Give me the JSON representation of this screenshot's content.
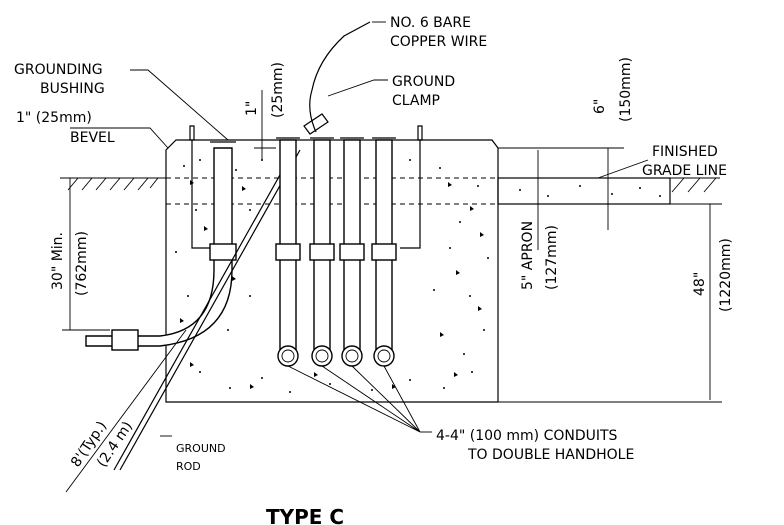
{
  "labels": {
    "copper_wire_1": "NO. 6 BARE",
    "copper_wire_2": "COPPER WIRE",
    "grounding_bushing_1": "GROUNDING",
    "grounding_bushing_2": "BUSHING",
    "ground_clamp_1": "GROUND",
    "ground_clamp_2": "CLAMP",
    "bevel_1": "1\" (25mm)",
    "bevel_2": "BEVEL",
    "finished_grade_1": "FINISHED",
    "finished_grade_2": "GRADE LINE",
    "conduits_1": "4-4\" (100 mm) CONDUITS",
    "conduits_2": "TO DOUBLE HANDHOLE",
    "ground_rod_1": "GROUND",
    "ground_rod_2": "ROD",
    "title": "TYPE C"
  },
  "dimensions": {
    "depth_min_1": "30\" Min.",
    "depth_min_2": "(762mm)",
    "bolt_proj_1": "1\"",
    "bolt_proj_2": "(25mm)",
    "apron_top_1": "6\"",
    "apron_top_2": "(150mm)",
    "apron_1": "5\" APRON",
    "apron_2": "(127mm)",
    "total_depth_1": "48\"",
    "total_depth_2": "(1220mm)",
    "rod_length_1": "8'(Typ.)",
    "rod_length_2": "(2.4 m)"
  }
}
